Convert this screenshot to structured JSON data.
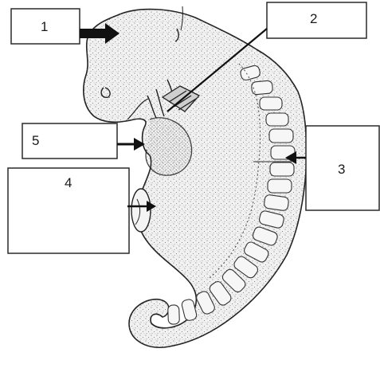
{
  "labels": {
    "box_1": "1",
    "box_2": "2",
    "box_3": "3",
    "box_4": "4",
    "box_5": "5"
  },
  "colors": {
    "ink": "#1a1a1a",
    "embryo_fill": "#f1f1f1",
    "stipple": "#555555"
  }
}
